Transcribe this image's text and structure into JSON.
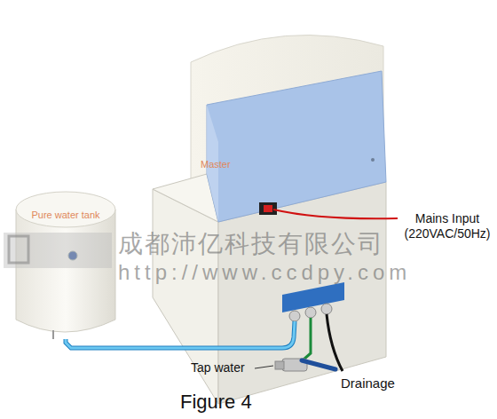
{
  "diagram": {
    "caption": "Figure 4",
    "nodes": [
      {
        "text": [
          "Pure water tank"
        ]
      },
      {
        "text": [
          "Master"
        ]
      }
    ],
    "edges": [
      {
        "from": 0,
        "to": 1,
        "arrow": "none"
      }
    ],
    "labels": [
      "Mains Input (220VAC/50Hz)",
      "Tap water",
      "Drainage",
      "成都沛亿科技有限公司",
      "http://www.ccdpy.com"
    ]
  }
}
